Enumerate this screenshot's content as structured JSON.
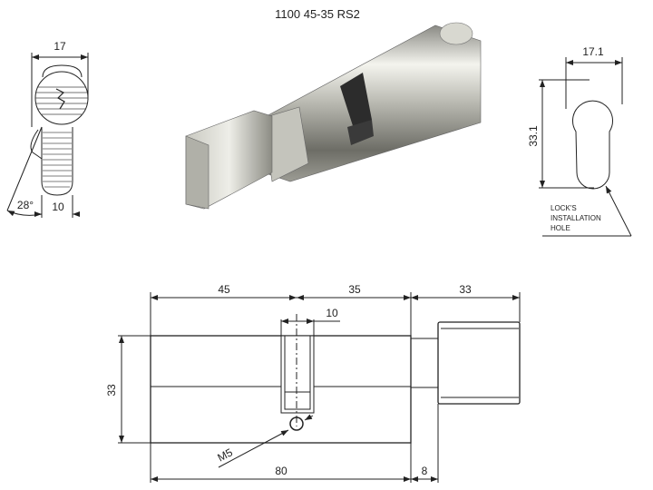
{
  "title": "1100 45-35 RS2",
  "side_view": {
    "width_dim": "17",
    "thumb_width_dim": "10",
    "angle_dim": "28°"
  },
  "hole_view": {
    "width_dim": "17.1",
    "height_dim": "33.1",
    "note_lines": [
      "LOCK'S",
      "INSTALLATION",
      "HOLE"
    ]
  },
  "front_view": {
    "dim_left": "45",
    "dim_right": "35",
    "dim_knob": "33",
    "dim_cam": "10",
    "dim_height": "33",
    "dim_total": "80",
    "dim_spacer": "8",
    "screw_label": "M5"
  }
}
